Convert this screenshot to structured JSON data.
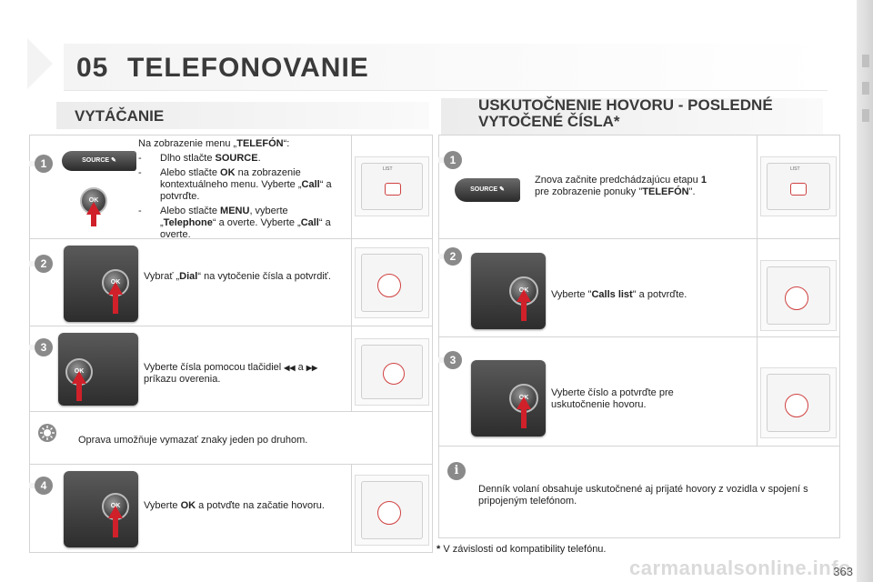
{
  "chapter": {
    "number": "05",
    "title": "TELEFONOVANIE"
  },
  "left": {
    "title": "VYTÁČANIE",
    "steps": [
      {
        "num": "1",
        "intro": "Na zobrazenie menu „",
        "intro_b": "TELEFÓN",
        "intro_end": "“:",
        "b1a": "Dlho stlačte ",
        "b1b": "SOURCE",
        "b1c": ".",
        "b2a": "Alebo stlačte ",
        "b2b": "OK",
        "b2c": " na zobrazenie kontextuálneho menu. Vyberte „",
        "b2d": "Call",
        "b2e": "“ a potvrďte.",
        "b3a": "Alebo stlačte ",
        "b3b": "MENU",
        "b3c": ", vyberte „",
        "b3d": "Telephone",
        "b3e": "“ a overte. Vyberte „",
        "b3f": "Call",
        "b3g": "“ a overte."
      },
      {
        "num": "2",
        "t1": "Vybrať „",
        "t2": "Dial",
        "t3": "“ na vytočenie čísla a potvrdiť."
      },
      {
        "num": "3",
        "t1": "Vyberte čísla pomocou tlačidiel ",
        "sym1": "◀◀",
        "t2": " a ",
        "sym2": "▶▶",
        "t3": " príkazu overenia."
      },
      {
        "num": "4",
        "t1": "Vyberte ",
        "t2": "OK",
        "t3": " a potvďte na začatie hovoru."
      }
    ],
    "tip": "Oprava umožňuje vymazať znaky jeden po druhom."
  },
  "right": {
    "title_line1": "USKUTOČNENIE HOVORU - POSLEDNÉ",
    "title_line2": "VYTOČENÉ ČÍSLA*",
    "steps": [
      {
        "num": "1",
        "t1": "Znova začnite predchádzajúcu etapu ",
        "t2": "1",
        "t3": " pre zobrazenie ponuky \"",
        "t4": "TELEFÓN",
        "t5": "\"."
      },
      {
        "num": "2",
        "t1": "Vyberte \"",
        "t2": "Calls list",
        "t3": "\" a potvrďte."
      },
      {
        "num": "3",
        "t1": "Vyberte číslo a potvrďte pre uskutočnenie hovoru."
      }
    ],
    "info": "Denník volaní obsahuje uskutočnené aj prijaté hovory z vozidla v spojení s pripojeným telefónom.",
    "footnote_star": "*",
    "footnote": "V závislosti od kompatibility telefónu."
  },
  "buttons": {
    "source": "SOURCE",
    "ok": "OK",
    "list": "LIST"
  },
  "page_number": "363",
  "watermark": "carmanualsonline.info",
  "colors": {
    "accent": "#d0202a",
    "step_circle": "#8a8a8a",
    "title_text": "#3a3a3a"
  }
}
